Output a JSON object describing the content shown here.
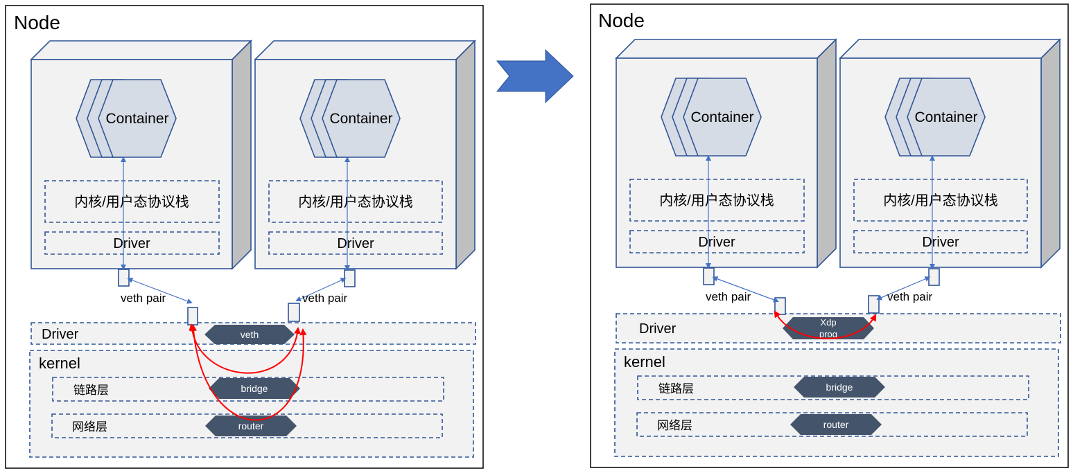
{
  "left_panel": {
    "title": "Node",
    "containers": [
      {
        "label": "Container",
        "stack_label": "内核/用户态协议栈",
        "driver_label": "Driver"
      },
      {
        "label": "Container",
        "stack_label": "内核/用户态协议栈",
        "driver_label": "Driver"
      }
    ],
    "veth_pair_left": "veth pair",
    "veth_pair_right": "veth pair",
    "driver_layer": "Driver",
    "veth_hex": "veth",
    "kernel_label": "kernel",
    "link_layer": "链路层",
    "bridge_hex": "bridge",
    "net_layer": "网络层",
    "router_hex": "router"
  },
  "right_panel": {
    "title": "Node",
    "containers": [
      {
        "label": "Container",
        "stack_label": "内核/用户态协议栈",
        "driver_label": "Driver"
      },
      {
        "label": "Container",
        "stack_label": "内核/用户态协议栈",
        "driver_label": "Driver"
      }
    ],
    "veth_pair_left": "veth pair",
    "veth_pair_right": "veth pair",
    "driver_layer": "Driver",
    "xdp_hex_line1": "Xdp",
    "xdp_hex_line2": "prog",
    "kernel_label": "kernel",
    "link_layer": "链路层",
    "bridge_hex": "bridge",
    "net_layer": "网络层",
    "router_hex": "router"
  },
  "colors": {
    "border_blue": "#2f5597",
    "arrow_blue": "#4472c4",
    "path_red": "#ff0000",
    "hex_dark": "#44546a",
    "panel_fill": "#f2f2f2"
  }
}
